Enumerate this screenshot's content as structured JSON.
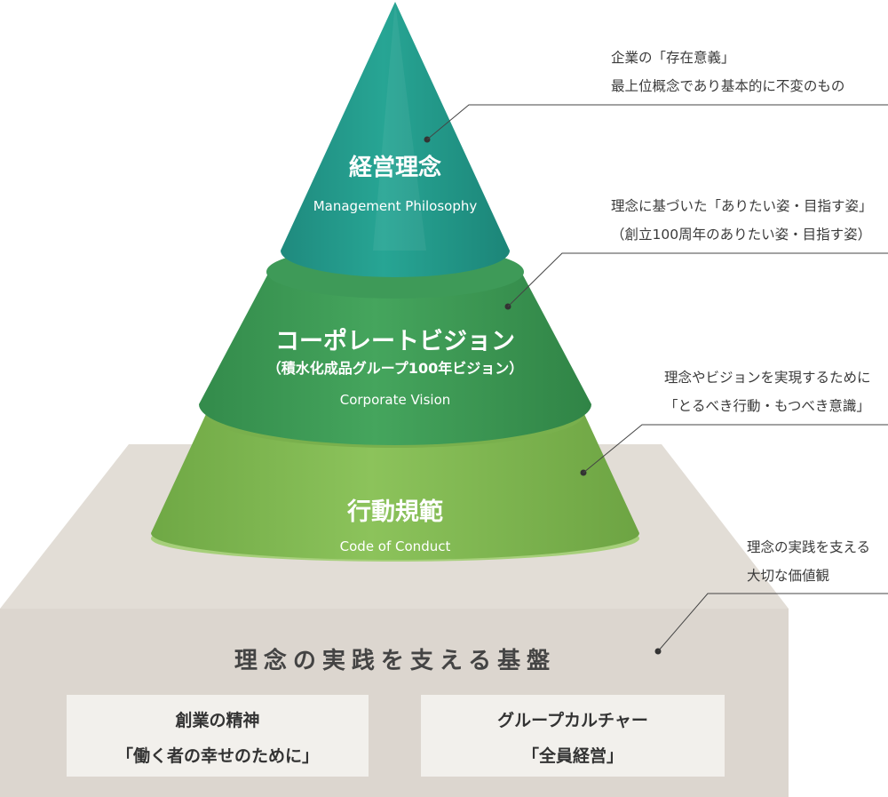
{
  "tiers": {
    "top": {
      "title": "経営理念",
      "subtitle": "Management Philosophy"
    },
    "middle": {
      "title": "コーポレートビジョン",
      "title_sub": "（積水化成品グループ100年ビジョン）",
      "subtitle": "Corporate Vision"
    },
    "bottom": {
      "title": "行動規範",
      "subtitle": "Code of Conduct"
    }
  },
  "annotations": {
    "top": [
      "企業の「存在意義」",
      "最上位概念であり基本的に不変のもの"
    ],
    "middle": [
      "理念に基づいた「ありたい姿・目指す姿」",
      "（創立100周年のありたい姿・目指す姿）"
    ],
    "bottom": [
      "理念やビジョンを実現するために",
      "「とるべき行動・もつべき意識」"
    ],
    "base": [
      "理念の実践を支える",
      "大切な価値観"
    ]
  },
  "base": {
    "title": "理念の実践を支える基盤",
    "boxes": [
      {
        "line1": "創業の精神",
        "line2": "「働く者の幸せのために」"
      },
      {
        "line1": "グループカルチャー",
        "line2": "「全員経営」"
      }
    ]
  },
  "colors": {
    "top_tier": "#239e8e",
    "middle_tier": "#3f9e57",
    "bottom_tier": "#86bd55",
    "base": "#dcd7d0",
    "base_box": "#f1efeb"
  }
}
